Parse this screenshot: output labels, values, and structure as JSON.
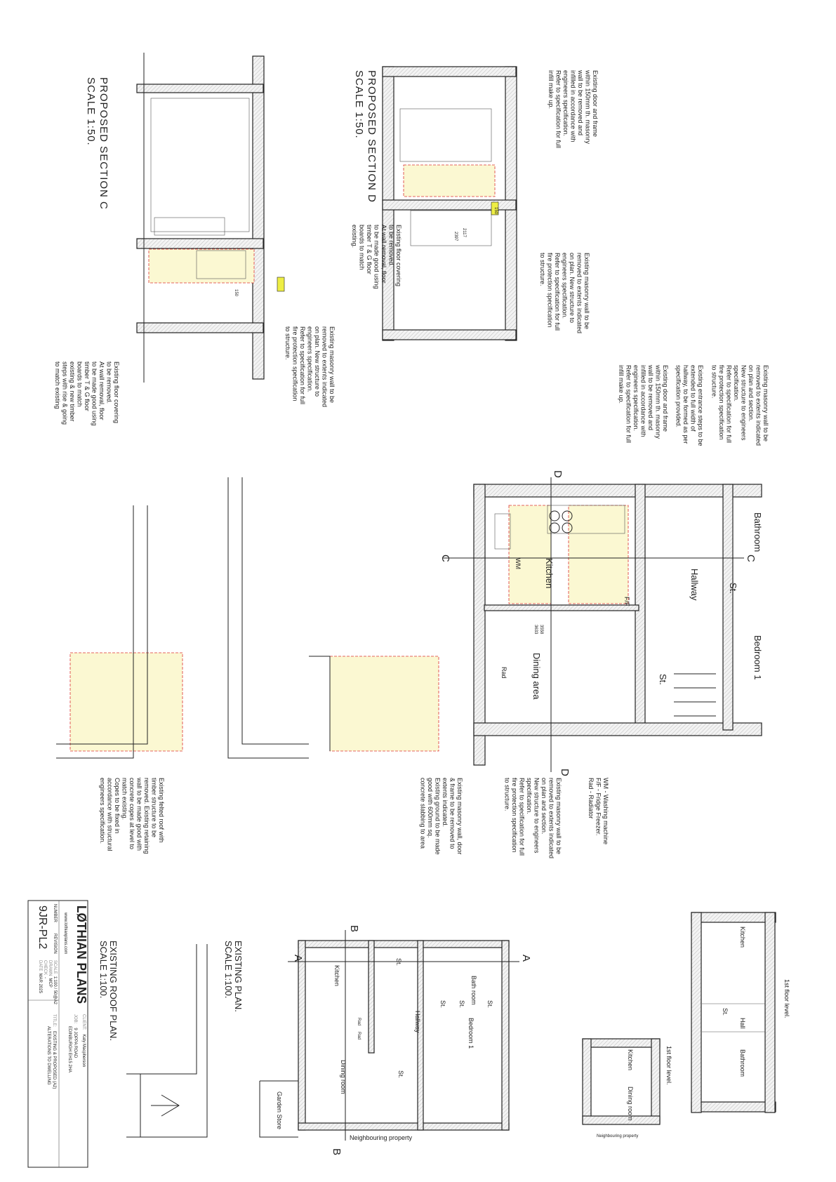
{
  "section_d": {
    "title": "PROPOSED SECTION D",
    "scale": "SCALE 1:50.",
    "dims": [
      "150",
      "2117",
      "2397"
    ],
    "notes": [
      [
        "Existing door and frame",
        "within 150mm th. masonry",
        "wall to be removed and",
        "infilled in accordance with",
        "engineers specification.",
        "Refer to specification for full",
        "infill make up."
      ],
      [
        "Existing masonry wall to be",
        "removed to extents indicated",
        "on plan. New structure to",
        "engineers specification.",
        "Refer to specification for full",
        "fire protection specification",
        "to structure."
      ],
      [
        "Existing floor covering",
        "to be removed.",
        "At wall removal, floor",
        "to be made good using",
        "timber T & G floor",
        "boards to match",
        "existing."
      ]
    ]
  },
  "section_c": {
    "title": "PROPOSED SECTION C",
    "scale": "SCALE 1:50.",
    "dims": [
      "150"
    ],
    "notes": [
      [
        "Existing masonry wall to be",
        "removed to extents indicated",
        "on plan. New structure to",
        "engineers specification.",
        "Refer to specification for full",
        "fire protection specification",
        "to structure."
      ],
      [
        "Existing floor covering",
        "to be removed.",
        "At wall removal, floor",
        "to be made good using",
        "timber T & G floor",
        "boards to match",
        "existing & new timber",
        "steps with rise & going",
        "to match existing"
      ]
    ]
  },
  "proposed_plan": {
    "rooms": [
      "Bathroom",
      "Hallway",
      "St.",
      "Bedroom 1",
      "Kitchen",
      "St.",
      "Dining area"
    ],
    "fixtures": [
      "Rad",
      "F/F",
      "WM"
    ],
    "dims": [
      "3558",
      "3633"
    ],
    "section_markers": [
      "D",
      "D",
      "C",
      "C"
    ],
    "notes": [
      [
        "Existing masonry wall to be",
        "removed to extents indicated",
        "on plan and section.",
        "New structure to engineers",
        "specification.",
        "Refer to specification for full",
        "fire protection specification",
        "to structure."
      ],
      [
        "Existing entrance steps to be",
        "extended to full width of",
        "hallway, to be formed as per",
        "specification provided."
      ],
      [
        "Existing door and frame",
        "within 150mm th. masonry",
        "wall to be removed and",
        "infilled in accordance with",
        "engineers specification.",
        "Refer to specification for full",
        "infill make up."
      ],
      [
        "Existing masonry wall to be",
        "removed to extents indicated",
        "on plan and section.",
        "New structure to engineers",
        "specification.",
        "Refer to specification for full",
        "fire protection specification",
        "to structure."
      ],
      [
        "Existing masonry wall, door",
        "& frame to be removed to",
        "extents indicated.",
        "Existing ground to be made",
        "good with 600mm sq.",
        "concrete slabbing to area"
      ],
      [
        "Existing felted roof with",
        "timber structure to be",
        "removed. Existing retaining",
        "wall to be made good with",
        "concrete copes at level to",
        "match existing.",
        "Copes to be fixed in",
        "accordance with structural",
        "engineers specification."
      ]
    ],
    "legend": [
      "WM  -  Washing machine",
      "F/F  -  Fridge Freezer.",
      "Rad  -  Radiator"
    ]
  },
  "existing_plan": {
    "title": "EXISTING PLAN.",
    "scale": "SCALE 1:100.",
    "rooms": [
      "Bath room",
      "Kitchen",
      "St.",
      "Hallway",
      "Bedroom 1",
      "St.",
      "St.",
      "St.",
      "Dining room",
      "St.",
      "Garden Store"
    ],
    "fixtures": [
      "Rad",
      "Rad"
    ],
    "neighbour": "Neighbouring property",
    "section_markers": [
      "A",
      "A",
      "B",
      "B"
    ]
  },
  "existing_roof": {
    "title": "EXISTING ROOF PLAN.",
    "scale": "SCALE 1:100."
  },
  "existing_sections": {
    "a": {
      "level": "1st floor level.",
      "rooms": [
        "Kitchen",
        "St.",
        "Hall",
        "Bathroom"
      ]
    },
    "b": {
      "level": "1st floor level.",
      "rooms": [
        "Kitchen",
        "Dining room"
      ],
      "neighbour": "Neighbouring property"
    }
  },
  "title_block": {
    "company": "LØTHIAN PLANS",
    "website": "www.lothianplans.com",
    "client_label": "CLIENT:",
    "client": "Katy Macpherson",
    "job_label": "JOB:",
    "job_line1": "9 JOPPA ROAD",
    "job_line2": "EDINBURGH EH15 2HA",
    "title_label": "TITLE:",
    "title_line1": "EXISTING & PROPOSED  (A2)",
    "title_line2": "ALTERATIONS TO DWELLING",
    "number_label": "NUMBER",
    "number": "9JR-PL2",
    "revision_label": "REVISION",
    "scale_label": "SCALE",
    "scale": "1:100 / 50@A2",
    "drawn_label": "DRAWN",
    "drawn": "MCP",
    "check_label": "CHECK",
    "check": "-",
    "date_label": "DATE",
    "date": "MAR 2025"
  }
}
